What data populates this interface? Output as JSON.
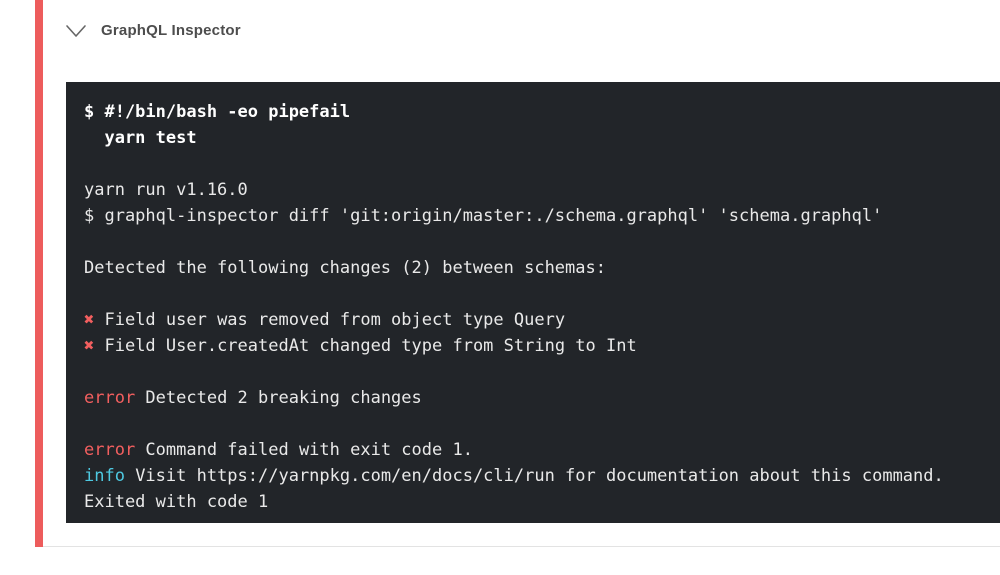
{
  "header": {
    "title": "GraphQL Inspector",
    "chevron_icon": "chevron-down-icon"
  },
  "terminal": {
    "lines": [
      {
        "segments": [
          {
            "text": "$ #!/bin/bash -eo pipefail",
            "style": "bold"
          }
        ]
      },
      {
        "segments": [
          {
            "text": "  yarn test",
            "style": "bold"
          }
        ]
      },
      {
        "segments": []
      },
      {
        "segments": [
          {
            "text": "yarn run v1.16.0",
            "style": "normal"
          }
        ]
      },
      {
        "segments": [
          {
            "text": "$ graphql-inspector diff 'git:origin/master:./schema.graphql' 'schema.graphql'",
            "style": "normal"
          }
        ]
      },
      {
        "segments": []
      },
      {
        "segments": [
          {
            "text": "Detected the following changes (2) between schemas:",
            "style": "normal"
          }
        ]
      },
      {
        "segments": []
      },
      {
        "segments": [
          {
            "text": "✖",
            "style": "red"
          },
          {
            "text": " Field user was removed from object type Query",
            "style": "normal"
          }
        ]
      },
      {
        "segments": [
          {
            "text": "✖",
            "style": "red"
          },
          {
            "text": " Field User.createdAt changed type from String to Int",
            "style": "normal"
          }
        ]
      },
      {
        "segments": []
      },
      {
        "segments": [
          {
            "text": "error",
            "style": "red"
          },
          {
            "text": " Detected 2 breaking changes",
            "style": "normal"
          }
        ]
      },
      {
        "segments": []
      },
      {
        "segments": [
          {
            "text": "error",
            "style": "red"
          },
          {
            "text": " Command failed with exit code 1.",
            "style": "normal"
          }
        ]
      },
      {
        "segments": [
          {
            "text": "info",
            "style": "cyan"
          },
          {
            "text": " Visit https://yarnpkg.com/en/docs/cli/run for documentation about this command.",
            "style": "normal"
          }
        ]
      },
      {
        "segments": [
          {
            "text": "Exited with code 1",
            "style": "normal"
          }
        ]
      }
    ]
  },
  "colors": {
    "accent-red": "#ed5c5c",
    "error-red": "#f25f5f",
    "info-cyan": "#4ec9e1",
    "terminal-bg": "#222529",
    "terminal-text": "#e9e9e9",
    "title-text": "#4d4d4d",
    "card-border": "#e3e3e3"
  }
}
